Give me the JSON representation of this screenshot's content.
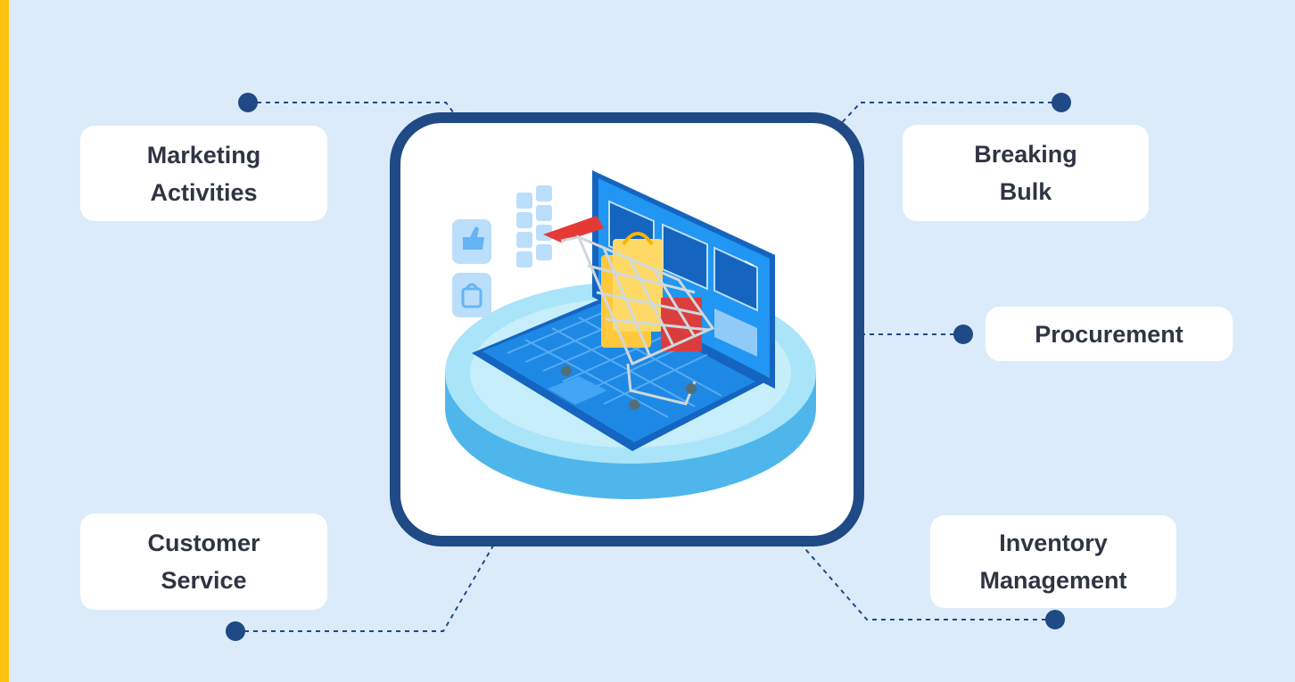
{
  "labels": {
    "marketing": [
      "Marketing",
      "Activities"
    ],
    "breaking": [
      "Breaking",
      "Bulk"
    ],
    "procurement": [
      "Procurement"
    ],
    "customer": [
      "Customer",
      "Service"
    ],
    "inventory": [
      "Inventory",
      "Management"
    ]
  },
  "colors": {
    "frame": "#FFC20E",
    "background": "#DCEBFA",
    "card_border": "#1F4A86",
    "connector": "#1F4A86",
    "label_text": "#2F3542",
    "platform": "#5BC3F0",
    "laptop": "#1E88E5",
    "cart": "#E53935",
    "bag": "#FFC83D"
  },
  "icons": [
    "shopping-cart-icon",
    "laptop-icon",
    "like-icon",
    "shopping-bag-icon",
    "grid-icon"
  ]
}
